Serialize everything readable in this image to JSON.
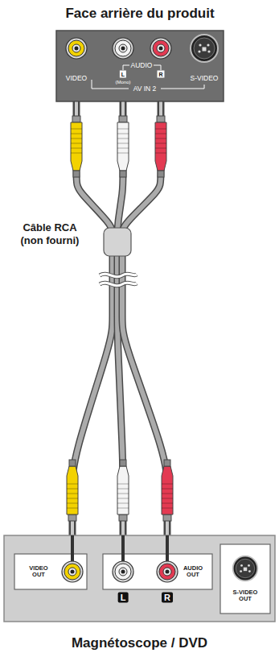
{
  "diagram": {
    "nodes": [
      {
        "text": [
          "Face arrière du produit"
        ]
      },
      {
        "text": [
          "Magnétoscope / DVD"
        ]
      }
    ],
    "edges": [
      {
        "from": 1,
        "to": 0,
        "arrow": "none"
      },
      {
        "from": 1,
        "to": 0,
        "arrow": "none"
      },
      {
        "from": 1,
        "to": 0,
        "arrow": "none"
      }
    ],
    "labels": [
      "VIDEO",
      "AUDIO",
      "L",
      "R",
      "(Mono)",
      "AV IN 2",
      "S-VIDEO",
      "Câble RCA (non fourni)",
      "VIDEO OUT",
      "L",
      "R",
      "AUDIO OUT",
      "S-VIDEO OUT"
    ]
  }
}
